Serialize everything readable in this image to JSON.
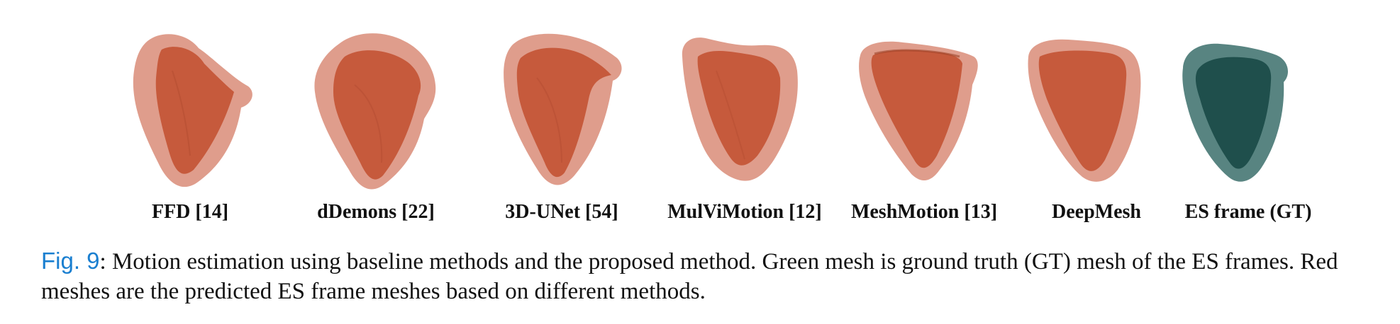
{
  "figure": {
    "panels": [
      {
        "label": "FFD [14]",
        "mesh": "red-heart-mesh"
      },
      {
        "label": "dDemons [22]",
        "mesh": "red-heart-mesh"
      },
      {
        "label": "3D-UNet [54]",
        "mesh": "red-heart-mesh"
      },
      {
        "label": "MulViMotion [12]",
        "mesh": "red-heart-mesh"
      },
      {
        "label": "MeshMotion [13]",
        "mesh": "red-heart-mesh"
      },
      {
        "label": "DeepMesh",
        "mesh": "red-heart-mesh"
      },
      {
        "label": "ES frame (GT)",
        "mesh": "green-heart-mesh"
      }
    ],
    "colors": {
      "pred_outer": "#d98d78",
      "pred_inner": "#c4583a",
      "gt_outer": "#4f7d7a",
      "gt_inner": "#1f4f4c"
    }
  },
  "caption": {
    "label": "Fig. 9",
    "text": ": Motion estimation using baseline methods and the proposed method. Green mesh is ground truth (GT) mesh of the ES frames. Red meshes are the predicted ES frame meshes based on different methods."
  }
}
